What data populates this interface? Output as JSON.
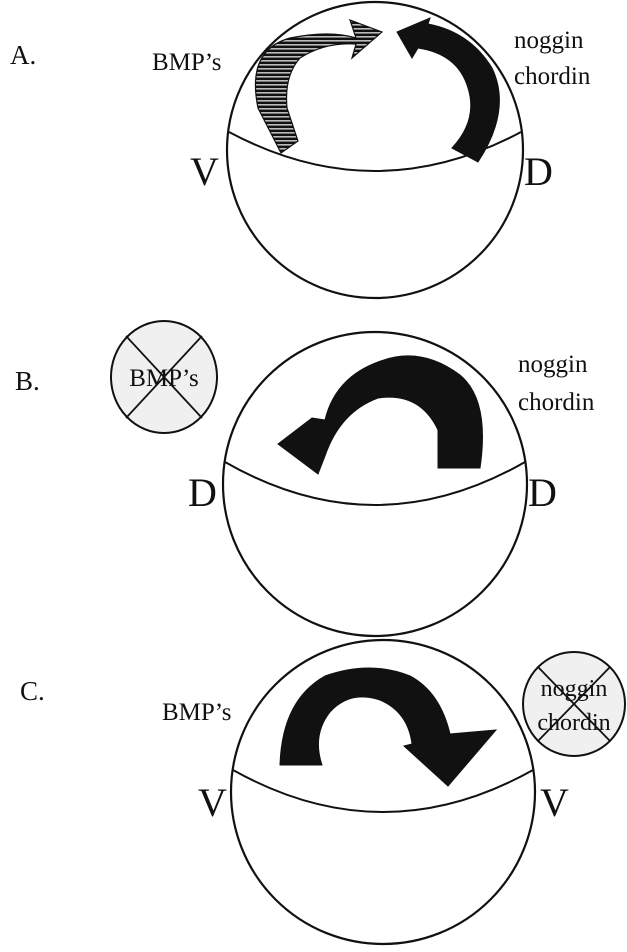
{
  "panels": [
    {
      "label": "A.",
      "left_pole": "V",
      "right_pole": "D",
      "left_factor": "BMP’s",
      "right_factor_1": "noggin",
      "right_factor_2": "chordin"
    },
    {
      "label": "B.",
      "left_pole": "D",
      "right_pole": "D",
      "crossed_factor": "BMP’s",
      "right_factor_1": "noggin",
      "right_factor_2": "chordin"
    },
    {
      "label": "C.",
      "left_pole": "V",
      "right_pole": "V",
      "left_factor": "BMP’s",
      "crossed_factor_1": "noggin",
      "crossed_factor_2": "chordin"
    }
  ],
  "colors": {
    "ink": "#111111",
    "crossed_fill": "#f0f0f0",
    "arrow": "#111111"
  }
}
